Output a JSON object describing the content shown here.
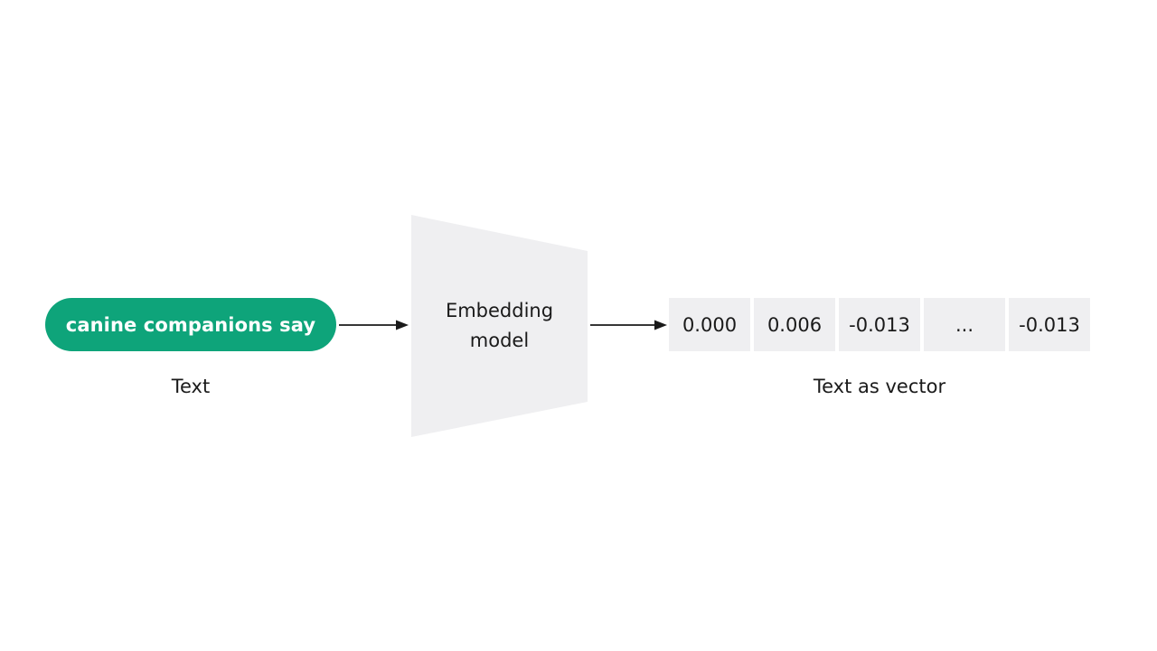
{
  "input": {
    "text": "canine companions say",
    "caption": "Text",
    "color": "#0ea47a"
  },
  "model": {
    "line1": "Embedding",
    "line2": "model",
    "fill": "#efeff1"
  },
  "output": {
    "caption": "Text as vector",
    "cells": [
      "0.000",
      "0.006",
      "-0.013",
      "...",
      "-0.013"
    ]
  }
}
